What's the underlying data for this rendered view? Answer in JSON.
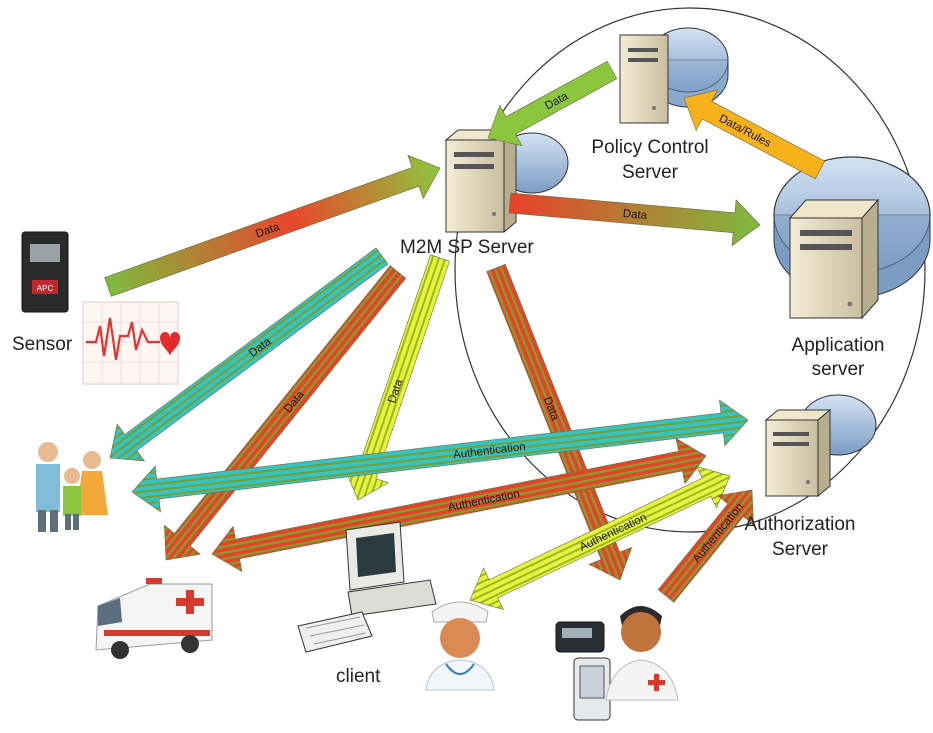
{
  "nodes": {
    "sensor": "Sensor",
    "m2m_server": "M2M SP Server",
    "policy_server_line1": "Policy Control",
    "policy_server_line2": "Server",
    "app_server_line1": "Application",
    "app_server_line2": "server",
    "auth_server_line1": "Authorization",
    "auth_server_line2": "Server",
    "client": "client"
  },
  "arrows": {
    "sensor_to_m2m": "Data",
    "policy_to_m2m": "Data",
    "app_to_policy": "Data/Rules",
    "m2m_to_app": "Data",
    "m2m_to_family": "Data",
    "m2m_to_ambulance": "Data",
    "m2m_to_client": "Data",
    "m2m_to_doctor": "Data",
    "auth_family": "Authentication",
    "auth_ambulance": "Authentication",
    "auth_nurse": "Authentication",
    "auth_doctor": "Authentication"
  },
  "sensor_device_text": "APC",
  "colors": {
    "green": "#8cc63f",
    "red": "#e8412b",
    "teal": "#35c4c4",
    "yellow": "#e8f43a",
    "orange": "#f7b21b",
    "server_blue": "#b6cde6"
  }
}
